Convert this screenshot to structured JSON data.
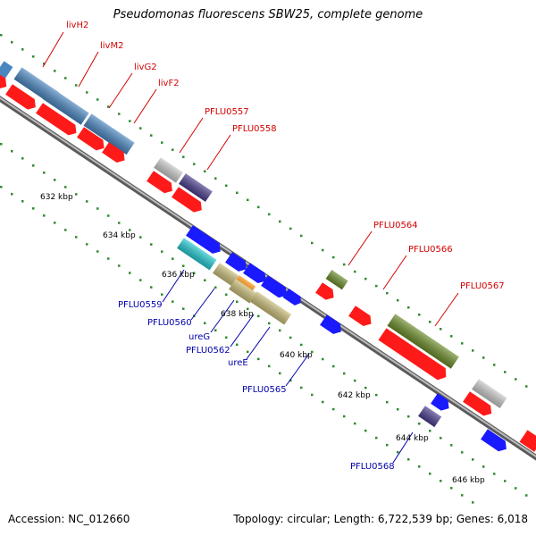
{
  "title": "Pseudomonas fluorescens SBW25, complete genome",
  "footer": {
    "accession": "Accession: NC_012660",
    "summary": "Topology: circular; Length: 6,722,539 bp; Genes: 6,018"
  },
  "colors": {
    "backbone": "#888888",
    "tick_dots": "#2e8b2e",
    "label_red": "#d40000",
    "label_blue": "#0000aa",
    "red_gene": "#ff1a1a",
    "blue_gene": "#1a1aff",
    "steelblue_gene": "#4a86c0",
    "gray_gene": "#c8c8c8",
    "navy_gene": "#4a3c8c",
    "cyan_gene": "#22c8d0",
    "khaki_gene": "#c8bc78",
    "orange_gene": "#ff8c00",
    "olive_gene": "#6b8c2a"
  },
  "kbp_labels": [
    "632 kbp",
    "634 kbp",
    "636 kbp",
    "638 kbp",
    "640 kbp",
    "642 kbp",
    "644 kbp",
    "646 kbp"
  ],
  "gene_labels_top": [
    "livH2",
    "livM2",
    "livG2",
    "livF2",
    "PFLU0557",
    "PFLU0558",
    "PFLU0564",
    "PFLU0566",
    "PFLU0567"
  ],
  "gene_labels_bottom": [
    "PFLU0559",
    "PFLU0560",
    "ureG",
    "PFLU0562",
    "ureE",
    "PFLU0565",
    "PFLU0568"
  ]
}
